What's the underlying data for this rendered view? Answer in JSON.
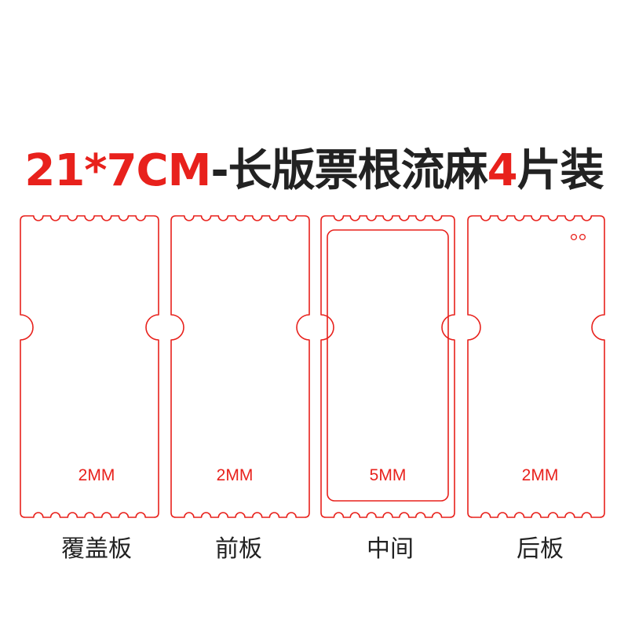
{
  "title": {
    "size": "21*7CM",
    "text": "-长版票根流麻",
    "count": "4",
    "unit": "片装"
  },
  "panels": [
    {
      "label": "覆盖板",
      "thickness": "2MM"
    },
    {
      "label": "前板",
      "thickness": "2MM"
    },
    {
      "label": "中间",
      "thickness": "5MM"
    },
    {
      "label": "后板",
      "thickness": "2MM"
    }
  ],
  "colors": {
    "accent": "#e8211c",
    "text": "#222222"
  }
}
